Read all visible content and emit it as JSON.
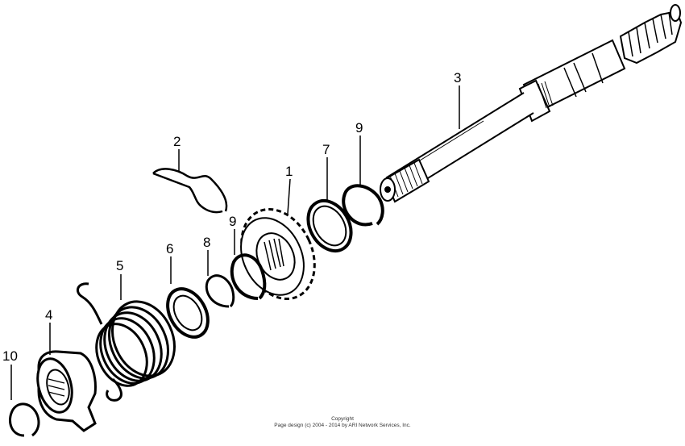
{
  "callouts": [
    "1",
    "2",
    "3",
    "4",
    "5",
    "6",
    "7",
    "8",
    "9",
    "9",
    "10"
  ],
  "copyright": {
    "line1": "Copyright",
    "line2": "Page design (c) 2004 - 2014 by ARI Network Services, Inc."
  }
}
